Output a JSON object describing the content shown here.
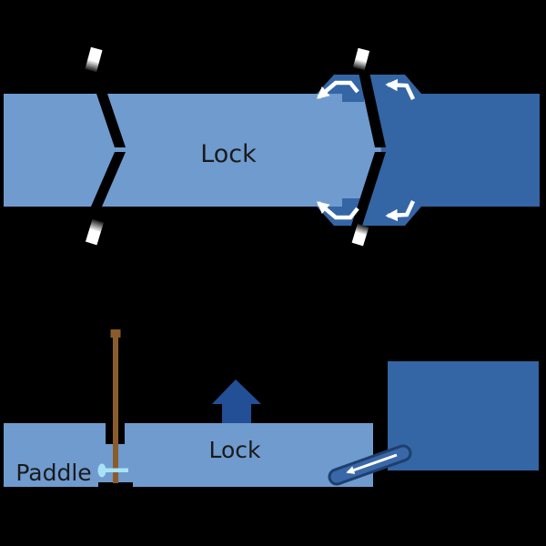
{
  "labels": {
    "plan_lock": "Lock",
    "side_lock": "Lock",
    "side_paddle": "Paddle"
  },
  "colors": {
    "background": "#000000",
    "water_light": "#6f9bcf",
    "water_dark": "#3465a4",
    "gate_black": "#000000",
    "beam_white": "#ffffff",
    "flow_arrow_white": "#ffffff",
    "level_arrow_blue": "#234f96",
    "culvert_outline": "#1d3f6e",
    "culvert_fill": "#3a67a8",
    "rod_brown": "#8a5c2b",
    "pin_cyan": "#a8e2f7",
    "label_text": "#1a1a1a"
  },
  "icons": {
    "flow_arrow": "white polyline arrow showing water flow through bypass culvert",
    "level_rise_arrow": "dark blue block arrow showing water level rising in lock",
    "culvert_flow_arrow": "white arrow inside culvert pipe pointing into lock"
  }
}
